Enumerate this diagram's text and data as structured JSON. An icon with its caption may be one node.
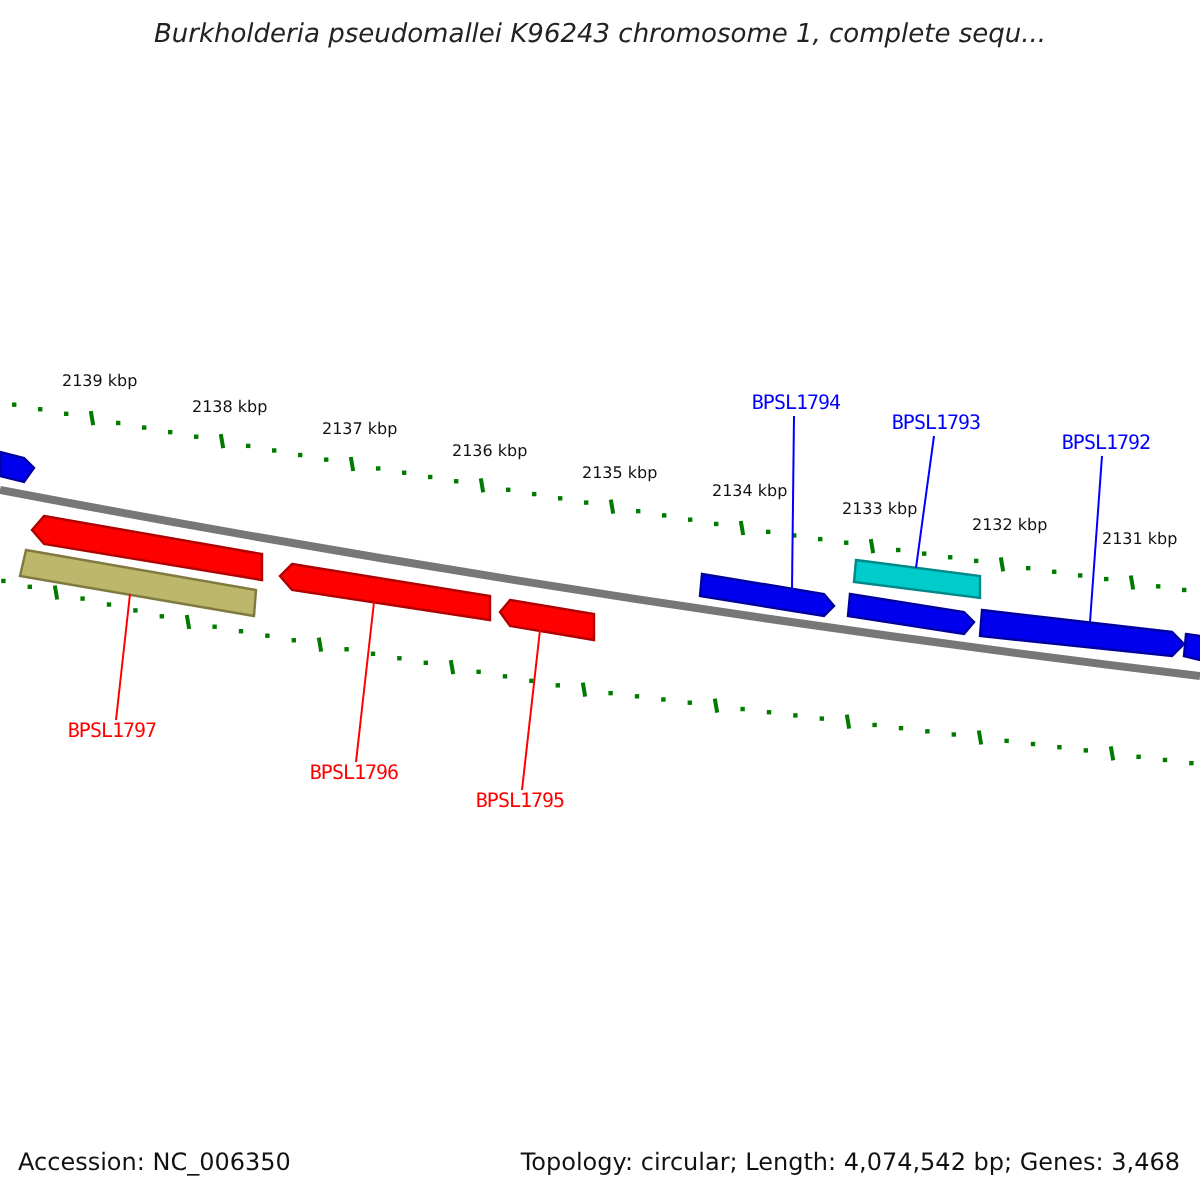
{
  "diagram": {
    "title": "Burkholderia pseudomallei K96243 chromosome 1, complete sequ...",
    "nodes": [
      {
        "text": [],
        "shape": "arrow"
      },
      {
        "text": [],
        "shape": "arrow"
      },
      {
        "text": [],
        "shape": "bar"
      },
      {
        "text": [],
        "shape": "arrow"
      },
      {
        "text": [],
        "shape": "arrow"
      },
      {
        "text": [],
        "shape": "arrow"
      },
      {
        "text": [],
        "shape": "bar"
      },
      {
        "text": [],
        "shape": "arrow"
      },
      {
        "text": [],
        "shape": "arrow"
      },
      {
        "text": [],
        "shape": "arrow"
      },
      {
        "text": [
          "BPSL1794"
        ]
      },
      {
        "text": [
          "BPSL1793"
        ]
      },
      {
        "text": [
          "BPSL1792"
        ]
      },
      {
        "text": [
          "BPSL1797"
        ]
      },
      {
        "text": [
          "BPSL1796"
        ]
      },
      {
        "text": [
          "BPSL1795"
        ]
      }
    ],
    "edges": [
      {
        "from": 10,
        "to": 5,
        "arrow": "none",
        "color": "#0000ff"
      },
      {
        "from": 11,
        "to": 6,
        "arrow": "none",
        "color": "#0000ff"
      },
      {
        "from": 12,
        "to": 8,
        "arrow": "none",
        "color": "#0000ff"
      },
      {
        "from": 13,
        "to": 2,
        "arrow": "none",
        "color": "#ff0000"
      },
      {
        "from": 14,
        "to": 3,
        "arrow": "none",
        "color": "#ff0000"
      },
      {
        "from": 15,
        "to": 4,
        "arrow": "none",
        "color": "#ff0000"
      }
    ],
    "labels": [
      "2139 kbp",
      "2138 kbp",
      "2137 kbp",
      "2136 kbp",
      "2135 kbp",
      "2134 kbp",
      "2133 kbp",
      "2132 kbp",
      "2131 kbp",
      "Accession: NC_006350",
      "Topology: circular; Length: 4,074,542 bp; Genes: 3,468"
    ]
  }
}
